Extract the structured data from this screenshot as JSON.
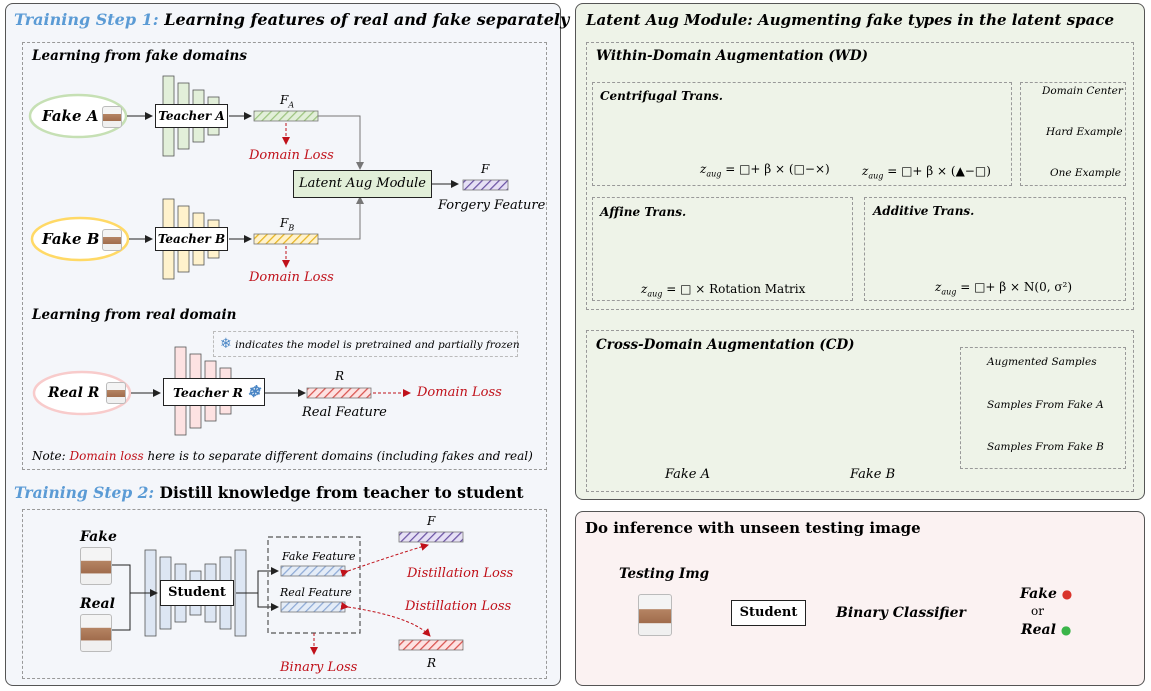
{
  "step1": {
    "label": "Training Step 1:",
    "title": " Learning features of real and fake separately and jointly",
    "fake_section": "Learning from fake domains",
    "real_section": "Learning from real domain",
    "fake_a": "Fake A",
    "fake_b": "Fake B",
    "real_r": "Real R",
    "teacher_a": "Teacher A",
    "teacher_b": "Teacher B",
    "teacher_r": "Teacher R",
    "fa": "F",
    "fa_sub": "A",
    "fb": "F",
    "fb_sub": "B",
    "f": "F",
    "r": "R",
    "domain_loss": "Domain Loss",
    "latent_aug": "Latent Aug Module",
    "forgery_feature": "Forgery Feature",
    "real_feature": "Real Feature",
    "frozen_note": "indicates the model is pretrained and partially frozen",
    "note_prefix": "Note: ",
    "note_red": "Domain loss",
    "note_rest": " here is to separate different domains (including fakes and real)"
  },
  "step2": {
    "label": "Training Step 2:",
    "title": " Distill knowledge from teacher to student",
    "fake": "Fake",
    "real": "Real",
    "student": "Student",
    "fake_feature": "Fake Feature",
    "real_feature": "Real Feature",
    "distill_loss": "Distillation Loss",
    "binary_loss": "Binary Loss",
    "f": "F",
    "r": "R"
  },
  "latent": {
    "title": "Latent Aug Module: Augmenting fake types in the latent space",
    "wd_title": "Within-Domain Augmentation (WD)",
    "centrifugal": "Centrifugal Trans.",
    "affine": "Affine Trans.",
    "additive": "Additive Trans.",
    "zaug": "z",
    "aug_sub": "aug",
    "eq_centrifugal": "= □+ β × (□−×)",
    "eq_hard": "= □+ β × (▲−□)",
    "eq_affine": "= □ × Rotation Matrix",
    "eq_additive": "= □+ β × N(0, σ²)",
    "legend_center": "Domain Center",
    "legend_hard": "Hard Example",
    "legend_one": "One Example",
    "cd_title": "Cross-Domain Augmentation (CD)",
    "legend_aug": "Augmented Samples",
    "legend_fa": "Samples From Fake A",
    "legend_fb": "Samples From Fake B",
    "fake_a": "Fake A",
    "fake_b": "Fake B"
  },
  "inference": {
    "title": "Do inference with unseen testing image",
    "testing_img": "Testing Img",
    "student": "Student",
    "classifier": "Binary Classifier",
    "fake": "Fake",
    "or": "or",
    "real": "Real"
  },
  "colors": {
    "step_blue": "#5b9bd5",
    "loss_red": "#c0111a",
    "green": "#c6e0b4",
    "yellow": "#ffd966",
    "pink": "#f8cbcb",
    "purple": "#8e7cc3",
    "light_blue": "#c9d6ea"
  }
}
